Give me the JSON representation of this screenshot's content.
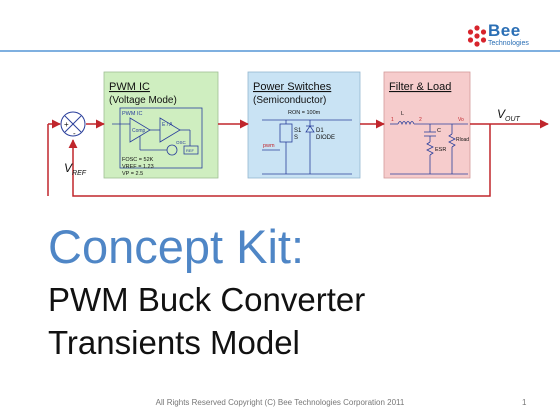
{
  "logo": {
    "name": "Bee",
    "sub": "Technologies"
  },
  "diagram": {
    "blocks": [
      {
        "title": "PWM IC",
        "subtitle": "(Voltage Mode)"
      },
      {
        "title": "Power Switches",
        "subtitle": "(Semiconductor)"
      },
      {
        "title": "Filter & Load",
        "subtitle": ""
      }
    ],
    "pwm": {
      "ic_label": "PWM IC",
      "comp": "Comp",
      "ea": "E / A",
      "osc": "OSC",
      "ref": "REF",
      "params": [
        "FOSC = 52K",
        "VREF = 1.23",
        "VP = 2.5"
      ]
    },
    "switch": {
      "ron": "RON = 100m",
      "s1": "S1",
      "s": "S",
      "d1": "D1",
      "diode": "DIODE",
      "pwm": "pwm"
    },
    "filter": {
      "l": "L",
      "n1": "1",
      "n2": "2",
      "vo": "Vo",
      "c": "C",
      "esr": "ESR",
      "rload": "Rload"
    },
    "sum": {
      "plus": "+",
      "minus": "-"
    },
    "vout_main": "V",
    "vout_sub": "OUT",
    "vref_main": "V",
    "vref_sub": "REF"
  },
  "title": "Concept Kit:",
  "subtitle_line1": "PWM Buck Converter",
  "subtitle_line2": "Transients Model",
  "footer": "All Rights Reserved Copyright (C) Bee Technologies Corporation 2011",
  "page_number": "1",
  "colors": {
    "loop": "#c0262c",
    "pwm_block": "#cfeec0",
    "switch_block": "#c9e3f4",
    "filter_block": "#f6cccc",
    "title": "#4f86c6"
  }
}
